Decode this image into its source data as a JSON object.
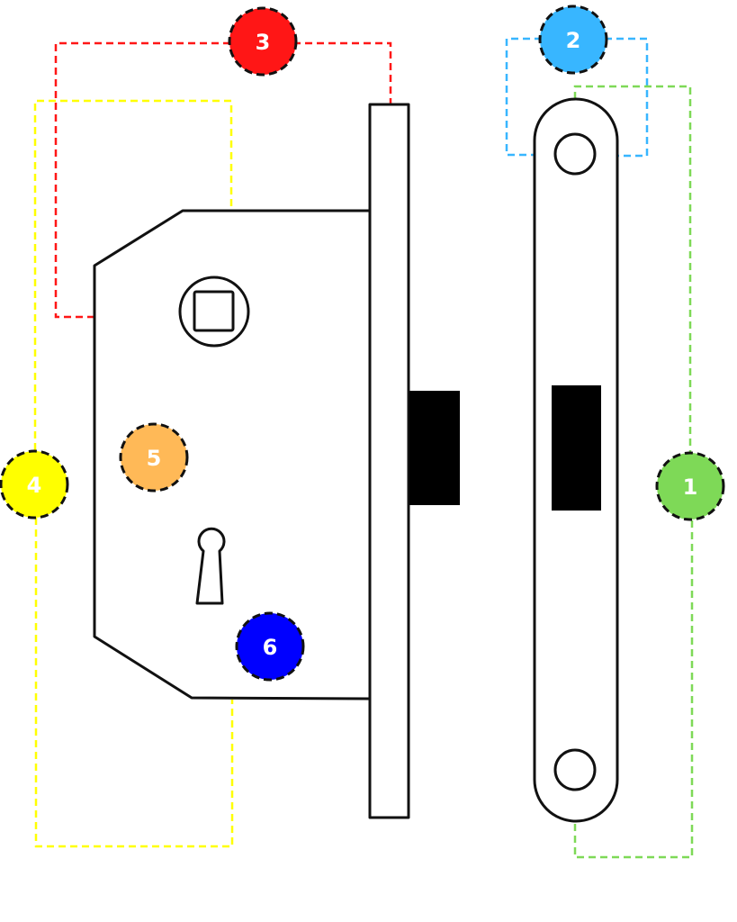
{
  "callouts": [
    {
      "id": "1",
      "label": "1",
      "color": "#7ed957"
    },
    {
      "id": "2",
      "label": "2",
      "color": "#38b6ff"
    },
    {
      "id": "3",
      "label": "3",
      "color": "#ff1616"
    },
    {
      "id": "4",
      "label": "4",
      "color": "#ffff00"
    },
    {
      "id": "5",
      "label": "5",
      "color": "#ffb957"
    },
    {
      "id": "6",
      "label": "6",
      "color": "#0000ff"
    }
  ],
  "parts": {
    "lock_case": "lock-case",
    "forend_plate": "forend-plate",
    "latch_bolt": "latch-bolt",
    "striker_plate": "striker-plate",
    "strike_opening": "strike-opening",
    "spindle_follower": "spindle-follower",
    "keyhole": "keyhole",
    "screw_holes": [
      "top-screw-hole",
      "bottom-screw-hole"
    ]
  },
  "colors": {
    "outline": "#111111",
    "fill": "#ffffff",
    "bolt": "#000000"
  }
}
